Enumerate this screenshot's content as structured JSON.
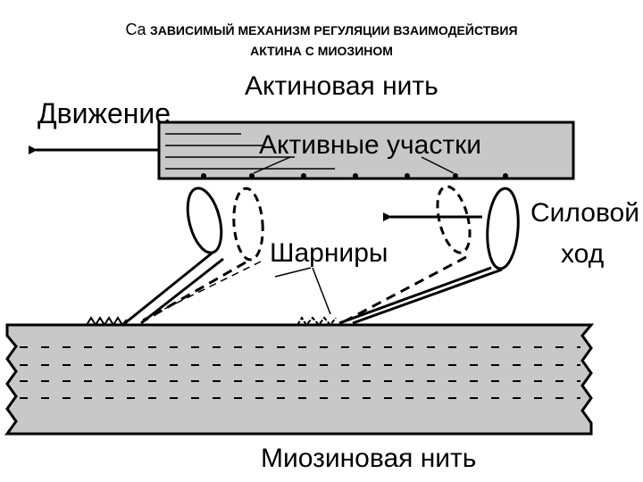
{
  "title": {
    "prefix": "Ca",
    "line1": "ЗАВИСИМЫЙ МЕХАНИЗМ РЕГУЛЯЦИИ ВЗАИМОДЕЙСТВИЯ",
    "line2": "АКТИНА С МИОЗИНОМ"
  },
  "labels": {
    "actin_filament": "Актиновая нить",
    "movement": "Движение",
    "active_sites": "Активные участки",
    "power_stroke_line1": "Силовой",
    "power_stroke_line2": "ход",
    "hinges": "Шарниры",
    "myosin_filament": "Миозиновая нить"
  },
  "colors": {
    "actin_fill": "#c8c8c8",
    "myosin_fill": "#c8c8c8",
    "ink": "#000000"
  }
}
